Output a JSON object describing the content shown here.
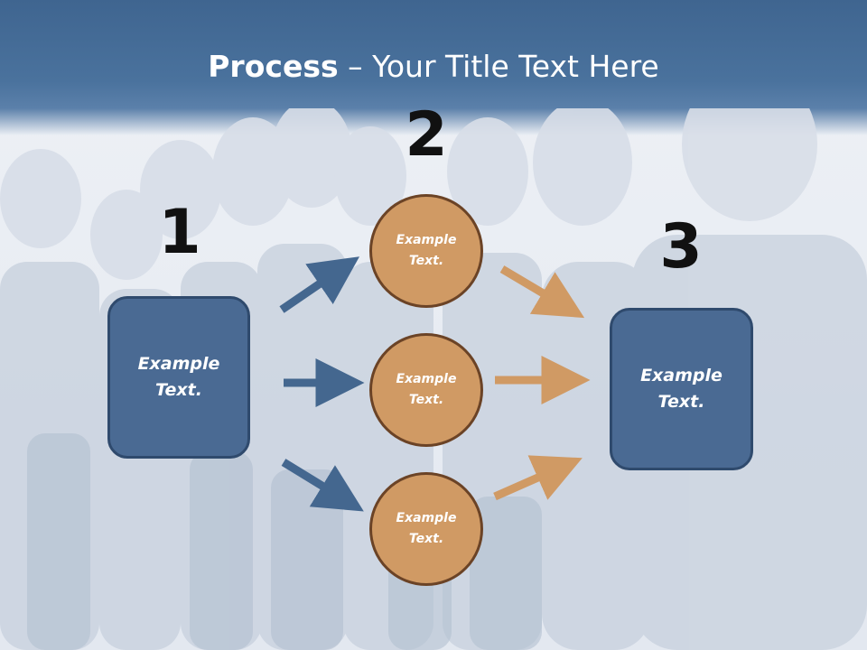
{
  "title": {
    "bold": "Process",
    "rest": " – Your Title Text Here"
  },
  "steps": {
    "one": "1",
    "two": "2",
    "three": "3"
  },
  "nodes": {
    "start": "Example Text.",
    "middle_top": "Example Text.",
    "middle_center": "Example Text.",
    "middle_bottom": "Example Text.",
    "end": "Example Text."
  },
  "colors": {
    "header": "#4a729d",
    "box_fill": "#4a6a93",
    "circle_fill": "#d09a64",
    "blue_arrow": "#44678f",
    "orange_arrow": "#d09a64"
  }
}
